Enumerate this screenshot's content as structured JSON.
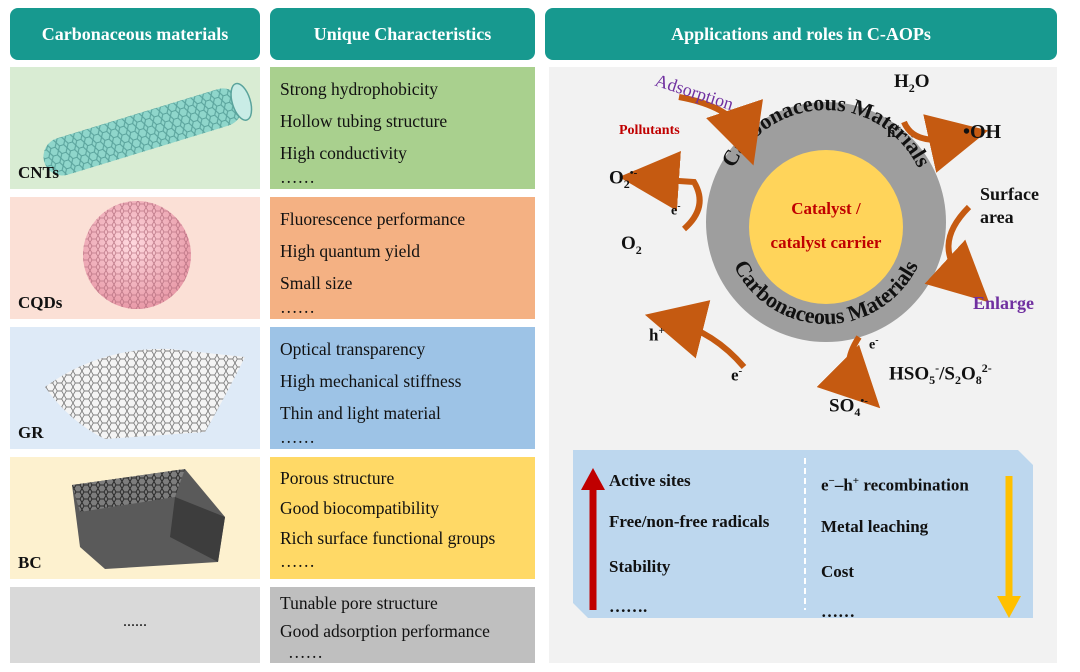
{
  "headers": {
    "materials": "Carbonaceous materials",
    "characteristics": "Unique Characteristics",
    "applications": "Applications and roles in C-AOPs"
  },
  "materials": [
    {
      "label": "CNTs",
      "color": "#d9ecd3",
      "char_color": "#a9d08e",
      "items": [
        "Strong hydrophobicity",
        "Hollow tubing structure",
        "High conductivity",
        "……"
      ]
    },
    {
      "label": "CQDs",
      "color": "#fbe0d6",
      "char_color": "#f4b183",
      "items": [
        "Fluorescence performance",
        "High quantum yield",
        "Small size",
        "……"
      ]
    },
    {
      "label": "GR",
      "color": "#deeaf7",
      "char_color": "#9dc3e6",
      "items": [
        "Optical transparency",
        "High mechanical stiffness",
        "Thin and light material",
        "……"
      ]
    },
    {
      "label": "BC",
      "color": "#fdf1cf",
      "char_color": "#ffd966",
      "items": [
        "Porous structure",
        "Good biocompatibility",
        "Rich surface functional groups",
        "……"
      ]
    },
    {
      "label": "......",
      "color": "#d9d9d9",
      "char_color": "#bfbfbf",
      "items": [
        "Tunable pore structure",
        "Good adsorption performance",
        "……"
      ]
    }
  ],
  "diagram": {
    "ring_text_top": "Carbonaceous Materials",
    "ring_text_bottom": "Carbonaceous Materials",
    "core_line1": "Catalyst /",
    "core_line2": "catalyst carrier",
    "adsorption": "Adsorption",
    "pollutants": "Pollutants",
    "h2o": "H",
    "h2o_sub": "2",
    "h2o_tail": "O",
    "hplus_top": "h",
    "hplus_top_sup": "+",
    "oh": "•OH",
    "o2_rad": "O",
    "o2_rad_sub": "2",
    "o2_rad_sup": "•-",
    "e_left": "e",
    "e_left_sup": "-",
    "o2": "O",
    "o2_sub": "2",
    "surface_area_1": "Surface",
    "surface_area_2": "area",
    "enlarge": "Enlarge",
    "hplus_bottom": "h",
    "hplus_bottom_sup": "+",
    "e_bottom": "e",
    "e_bottom_sup": "-",
    "e_right": "e",
    "e_right_sup": "-",
    "hso5": "HSO",
    "hso5_sub": "5",
    "hso5_sup": "-",
    "s2o8_a": "/S",
    "s2o8_sub1": "2",
    "s2o8_b": "O",
    "s2o8_sub2": "8",
    "s2o8_sup": "2-",
    "so4": "SO",
    "so4_sub": "4",
    "so4_sup": "•-"
  },
  "summary": {
    "increase": [
      "Active sites",
      "Free/non-free radicals",
      "Stability",
      "……."
    ],
    "decrease_first": "e",
    "decrease_first_sup1": "−",
    "decrease_first_mid": "–h",
    "decrease_first_sup2": "+",
    "decrease_first_tail": " recombination",
    "decrease": [
      "Metal leaching",
      "Cost",
      "……"
    ]
  },
  "colors": {
    "header": "#17998f",
    "panel": "#f2f2f2",
    "ring": "#9e9e9e",
    "core": "#ffd45a",
    "core_text": "#c00000",
    "arrow": "#c55a11",
    "purple": "#7030a0",
    "red_arrow": "#c00000",
    "yellow_arrow": "#ffc000",
    "summary_bg": "#bdd7ee"
  }
}
